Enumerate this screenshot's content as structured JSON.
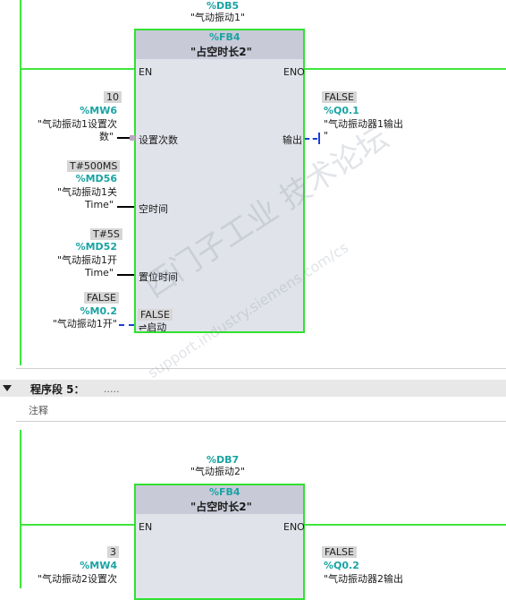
{
  "network1": {
    "db_addr": "%DB5",
    "db_name": "\"气动振动1\"",
    "fb_addr": "%FB4",
    "fb_name": "\"占空时长2\"",
    "en": "EN",
    "eno": "ENO",
    "in1": {
      "value": "10",
      "addr": "%MW6",
      "name_l1": "\"气动振动1设置次",
      "name_l2": "数\"",
      "pin": "设置次数"
    },
    "in2": {
      "value": "T#500MS",
      "addr": "%MD56",
      "name_l1": "\"气动振动1关",
      "name_l2": "Time\"",
      "pin": "空时间"
    },
    "in3": {
      "value": "T#5S",
      "addr": "%MD52",
      "name_l1": "\"气动振动1开",
      "name_l2": "Time\"",
      "pin": "置位时间"
    },
    "in4": {
      "value": "FALSE",
      "addr": "%M0.2",
      "name_l1": "\"气动振动1开\"",
      "pin_value": "FALSE",
      "pin": "启动",
      "pin_prefix": "⇌"
    },
    "out1": {
      "value": "FALSE",
      "addr": "%Q0.1",
      "name_l1": "\"气动振动器1输出",
      "name_l2": "\"",
      "pin": "输出"
    }
  },
  "segment5": {
    "title": "程序段 5：",
    "dots": ".....",
    "comment": "注释"
  },
  "network2": {
    "db_addr": "%DB7",
    "db_name": "\"气动振动2\"",
    "fb_addr": "%FB4",
    "fb_name": "\"占空时长2\"",
    "en": "EN",
    "eno": "ENO",
    "in1": {
      "value": "3",
      "addr": "%MW4",
      "name_l1": "\"气动振动2设置次"
    },
    "out1": {
      "value": "FALSE",
      "addr": "%Q0.2",
      "name_l1": "\"气动振动器2输出"
    }
  },
  "watermark": {
    "text": "西门子工业  技术论坛",
    "url": "support.industry.siemens.com/cs"
  },
  "colors": {
    "rail": "#3ee63e",
    "address": "#1aa3a3",
    "dash": "#1b3fd6"
  }
}
